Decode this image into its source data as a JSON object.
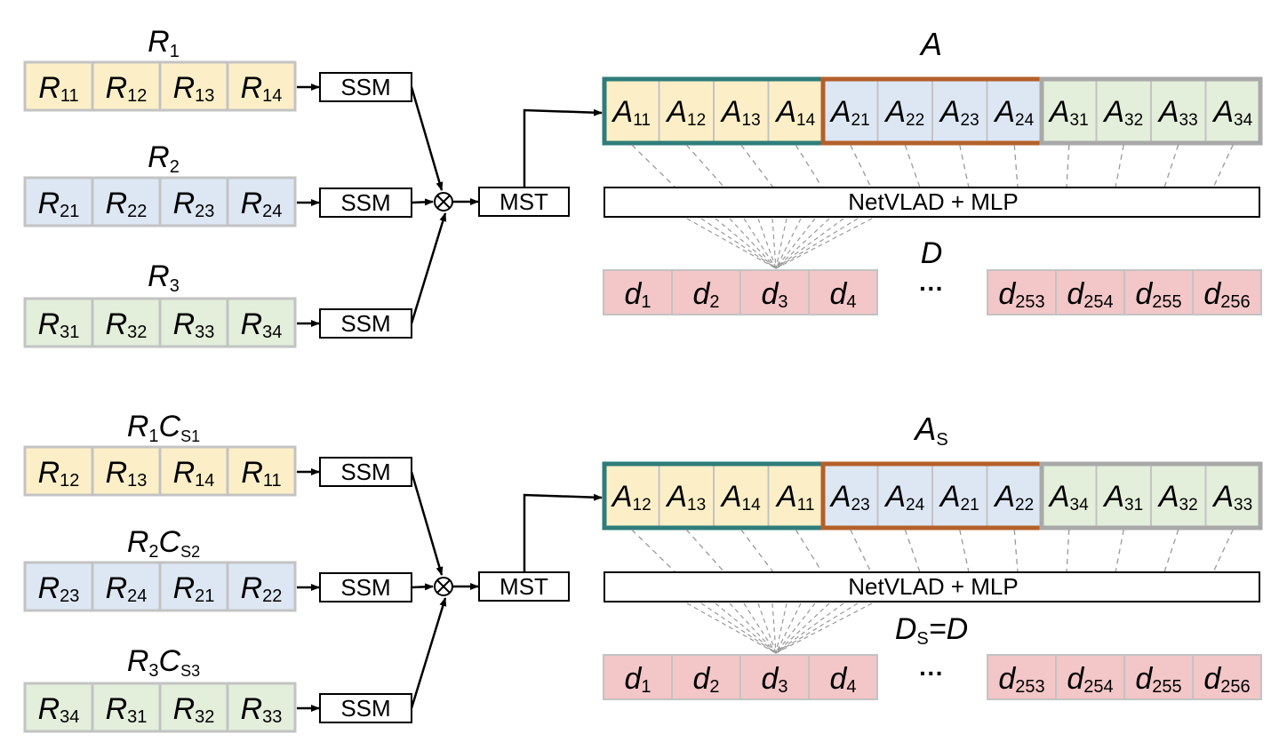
{
  "colors": {
    "yellow": "#fcefc7",
    "blue": "#dde7f4",
    "green": "#e3eedb",
    "red": "#f3c6c7",
    "cell_border": "#c3c3c3",
    "teal": "#2e7d7a",
    "orange": "#b4602a",
    "gray": "#a9a9a9"
  },
  "top": {
    "rows": [
      {
        "title_main": "R",
        "title_sub": "1",
        "title_main2": "",
        "title_sub2": "",
        "cells": [
          [
            "R",
            "11"
          ],
          [
            "R",
            "12"
          ],
          [
            "R",
            "13"
          ],
          [
            "R",
            "14"
          ]
        ]
      },
      {
        "title_main": "R",
        "title_sub": "2",
        "title_main2": "",
        "title_sub2": "",
        "cells": [
          [
            "R",
            "21"
          ],
          [
            "R",
            "22"
          ],
          [
            "R",
            "23"
          ],
          [
            "R",
            "24"
          ]
        ]
      },
      {
        "title_main": "R",
        "title_sub": "3",
        "title_main2": "",
        "title_sub2": "",
        "cells": [
          [
            "R",
            "31"
          ],
          [
            "R",
            "32"
          ],
          [
            "R",
            "33"
          ],
          [
            "R",
            "34"
          ]
        ]
      }
    ],
    "ssm_label": "SSM",
    "mst_label": "MST",
    "otimes": "⊗",
    "a_title_main": "A",
    "a_title_sub": "",
    "a_groups": [
      [
        [
          "A",
          "11"
        ],
        [
          "A",
          "12"
        ],
        [
          "A",
          "13"
        ],
        [
          "A",
          "14"
        ]
      ],
      [
        [
          "A",
          "21"
        ],
        [
          "A",
          "22"
        ],
        [
          "A",
          "23"
        ],
        [
          "A",
          "24"
        ]
      ],
      [
        [
          "A",
          "31"
        ],
        [
          "A",
          "32"
        ],
        [
          "A",
          "33"
        ],
        [
          "A",
          "34"
        ]
      ]
    ],
    "netvlad_label": "NetVLAD + MLP",
    "d_title": "D",
    "d_cells_left": [
      [
        "d",
        "1"
      ],
      [
        "d",
        "2"
      ],
      [
        "d",
        "3"
      ],
      [
        "d",
        "4"
      ]
    ],
    "ellipsis": "···",
    "d_cells_right": [
      [
        "d",
        "253"
      ],
      [
        "d",
        "254"
      ],
      [
        "d",
        "255"
      ],
      [
        "d",
        "256"
      ]
    ]
  },
  "bottom": {
    "rows": [
      {
        "title_main": "R",
        "title_sub": "1",
        "title_main2": "C",
        "title_sub2": "S1",
        "cells": [
          [
            "R",
            "12"
          ],
          [
            "R",
            "13"
          ],
          [
            "R",
            "14"
          ],
          [
            "R",
            "11"
          ]
        ]
      },
      {
        "title_main": "R",
        "title_sub": "2",
        "title_main2": "C",
        "title_sub2": "S2",
        "cells": [
          [
            "R",
            "23"
          ],
          [
            "R",
            "24"
          ],
          [
            "R",
            "21"
          ],
          [
            "R",
            "22"
          ]
        ]
      },
      {
        "title_main": "R",
        "title_sub": "3",
        "title_main2": "C",
        "title_sub2": "S3",
        "cells": [
          [
            "R",
            "34"
          ],
          [
            "R",
            "31"
          ],
          [
            "R",
            "32"
          ],
          [
            "R",
            "33"
          ]
        ]
      }
    ],
    "ssm_label": "SSM",
    "mst_label": "MST",
    "otimes": "⊗",
    "a_title_main": "A",
    "a_title_sub": "S",
    "a_groups": [
      [
        [
          "A",
          "12"
        ],
        [
          "A",
          "13"
        ],
        [
          "A",
          "14"
        ],
        [
          "A",
          "11"
        ]
      ],
      [
        [
          "A",
          "23"
        ],
        [
          "A",
          "24"
        ],
        [
          "A",
          "21"
        ],
        [
          "A",
          "22"
        ]
      ],
      [
        [
          "A",
          "34"
        ],
        [
          "A",
          "31"
        ],
        [
          "A",
          "32"
        ],
        [
          "A",
          "33"
        ]
      ]
    ],
    "netvlad_label": "NetVLAD + MLP",
    "d_title": "DS=D",
    "d_title_main": "D",
    "d_title_sub": "S",
    "d_title_rest": "=D",
    "d_cells_left": [
      [
        "d",
        "1"
      ],
      [
        "d",
        "2"
      ],
      [
        "d",
        "3"
      ],
      [
        "d",
        "4"
      ]
    ],
    "ellipsis": "···",
    "d_cells_right": [
      [
        "d",
        "253"
      ],
      [
        "d",
        "254"
      ],
      [
        "d",
        "255"
      ],
      [
        "d",
        "256"
      ]
    ]
  }
}
